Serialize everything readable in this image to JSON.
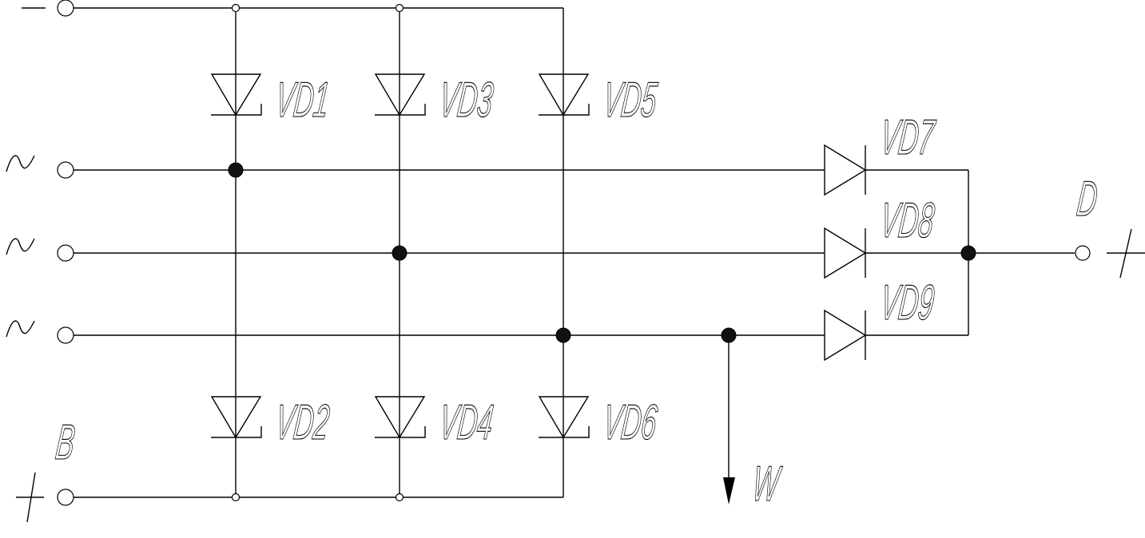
{
  "diagram": {
    "title": "Three-phase rectifier bridge with auxiliary diodes",
    "terminals": {
      "minus": "—",
      "ac": "~",
      "plus": "+",
      "B": "B",
      "D": "D",
      "W": "W"
    },
    "diodes": [
      "VD1",
      "VD2",
      "VD3",
      "VD4",
      "VD5",
      "VD6",
      "VD7",
      "VD8",
      "VD9"
    ]
  }
}
